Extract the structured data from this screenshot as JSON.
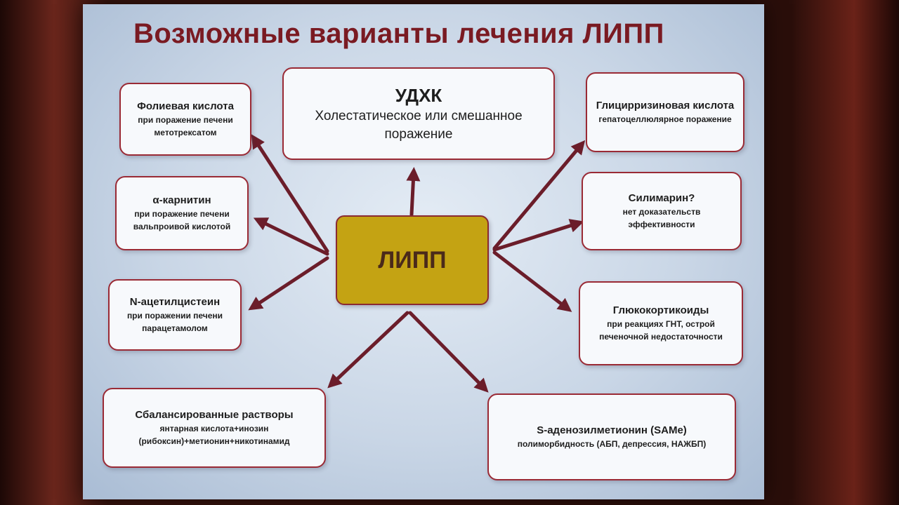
{
  "slide": {
    "title": "Возможные варианты лечения ЛИПП",
    "center_label": "ЛИПП"
  },
  "boxes": {
    "udhk": {
      "name": "УДХК",
      "note": "Холестатическое или смешанное поражение"
    },
    "folic": {
      "name": "Фолиевая кислота",
      "note": "при поражение печени метотрексатом"
    },
    "carnitine": {
      "name": "α-карнитин",
      "note": "при поражение печени вальпроивой кислотой"
    },
    "acetylcysteine": {
      "name": "N-ацетилцистеин",
      "note": "при поражении печени парацетамолом"
    },
    "balanced": {
      "name": "Сбалансированные растворы",
      "note": "янтарная кислота+инозин (рибоксин)+метионин+никотинамид"
    },
    "glycyrrhizin": {
      "name": "Глицирризиновая кислота",
      "note": "гепатоцеллюлярное поражение"
    },
    "silymarin": {
      "name": "Силимарин?",
      "note": "нет доказательств эффективности"
    },
    "glucocorticoids": {
      "name": "Глюкокортикоиды",
      "note": "при реакциях ГНТ, острой печеночной недостаточности"
    },
    "same": {
      "name": "S-аденозилметионин (SAMe)",
      "note": "полиморбидность (АБП, депрессия, НАЖБП)"
    }
  },
  "colors": {
    "title": "#7a1a22",
    "arrow": "#6b1d2a",
    "center_fill": "#c4a313",
    "box_border": "#9a2a35"
  }
}
